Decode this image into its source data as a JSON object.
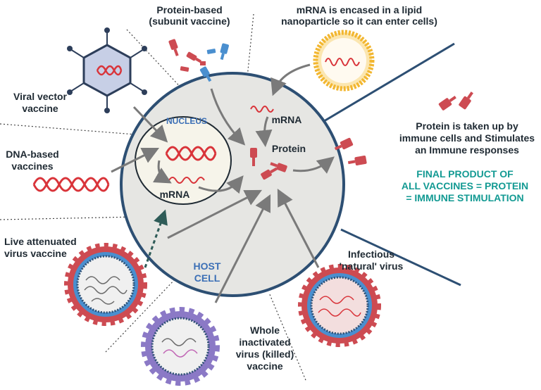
{
  "labels": {
    "protein_based": [
      "Protein-based",
      "(subunit vaccine)"
    ],
    "mrna_lipid": [
      "mRNA is encased in a lipid",
      "nanoparticle so it can enter cells)"
    ],
    "viral_vector": [
      "Viral vector",
      "vaccine"
    ],
    "dna_based": [
      "DNA-based",
      "vaccines"
    ],
    "live_attenuated": [
      "Live attenuated",
      "virus vaccine"
    ],
    "whole_inactivated": [
      "Whole",
      "inactivated",
      "virus (killed)",
      "vaccine"
    ],
    "infectious": [
      "Infectious",
      "'natural' virus"
    ],
    "protein_taken_up": [
      "Protein is taken up by",
      "immune cells and Stimulates",
      "an Immune responses"
    ],
    "final_product": [
      "FINAL PRODUCT OF",
      "ALL VACCINES = PROTEIN",
      "= IMMUNE STIMULATION"
    ],
    "nucleus": "NUCLEUS",
    "host_cell": [
      "HOST",
      "CELL"
    ],
    "mrna_in_nucleus": "mRNA",
    "mrna_in_cell": "mRNA",
    "protein": "Protein"
  },
  "colors": {
    "cell_fill": "#e6e6e3",
    "cell_stroke": "#2d4f73",
    "nucleus_fill": "#f6f4ea",
    "dna_red": "#d9343a",
    "protein_red": "#cd4b52",
    "protein_blue": "#4a8fcf",
    "teal": "#139a93",
    "label_blue": "#3b6fb6",
    "arrow_gray": "#7a7a7a",
    "lipid_yellow": "#f2b62f",
    "virus_purple": "#8b79c6",
    "viral_vector_fill": "#c7cfe6"
  }
}
